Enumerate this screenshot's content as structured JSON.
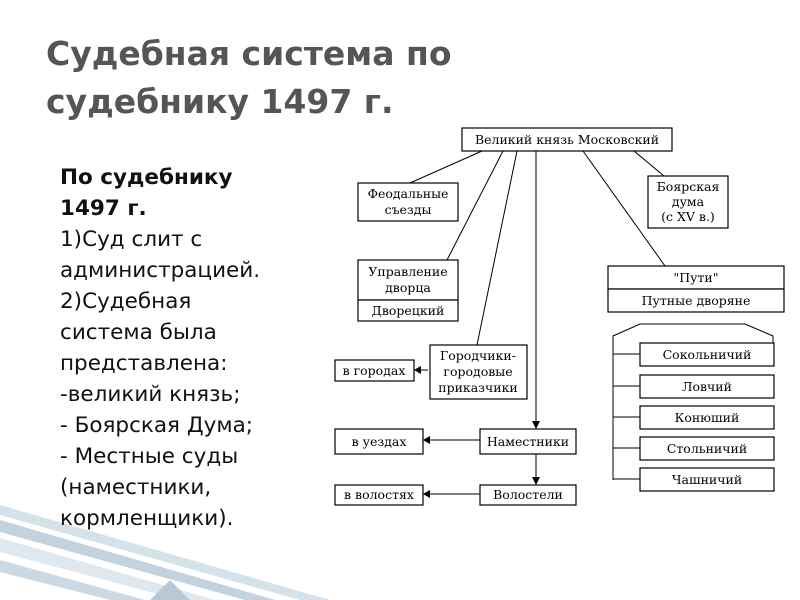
{
  "slide": {
    "title_lines": [
      "Судебная система по",
      "судебнику 1497 г."
    ],
    "body_lines": [
      "По судебнику",
      "1497 г.",
      " 1)Суд слит с",
      "администрацией.",
      "2)Судебная",
      "система была",
      "представлена:",
      " -великий князь;",
      " - Боярская Дума;",
      " - Местные суды",
      "(наместники,",
      "кормленщики)."
    ]
  },
  "diagram": {
    "grand_prince": "Великий князь Московский",
    "feudal_congresses": [
      "Феодальные",
      "съезды"
    ],
    "boyar_duma": [
      "Боярская",
      "дума",
      "(с XV в.)"
    ],
    "palace_admin": [
      "Управление",
      "дворца"
    ],
    "dvoretsky": "Дворецкий",
    "puti": "\"Пути\"",
    "putnye_dvoryane": "Путные дворяне",
    "gorodchiki": [
      "Городчики-",
      "городовые",
      "приказчики"
    ],
    "v_gorodakh": "в городах",
    "namestniki": "Наместники",
    "v_uezdakh": "в уездах",
    "volosteli": "Волостели",
    "v_volostyakh": "в волостях",
    "puti_items": [
      "Сокольничий",
      "Ловчий",
      "Конюший",
      "Стольничий",
      "Чашничий"
    ]
  }
}
